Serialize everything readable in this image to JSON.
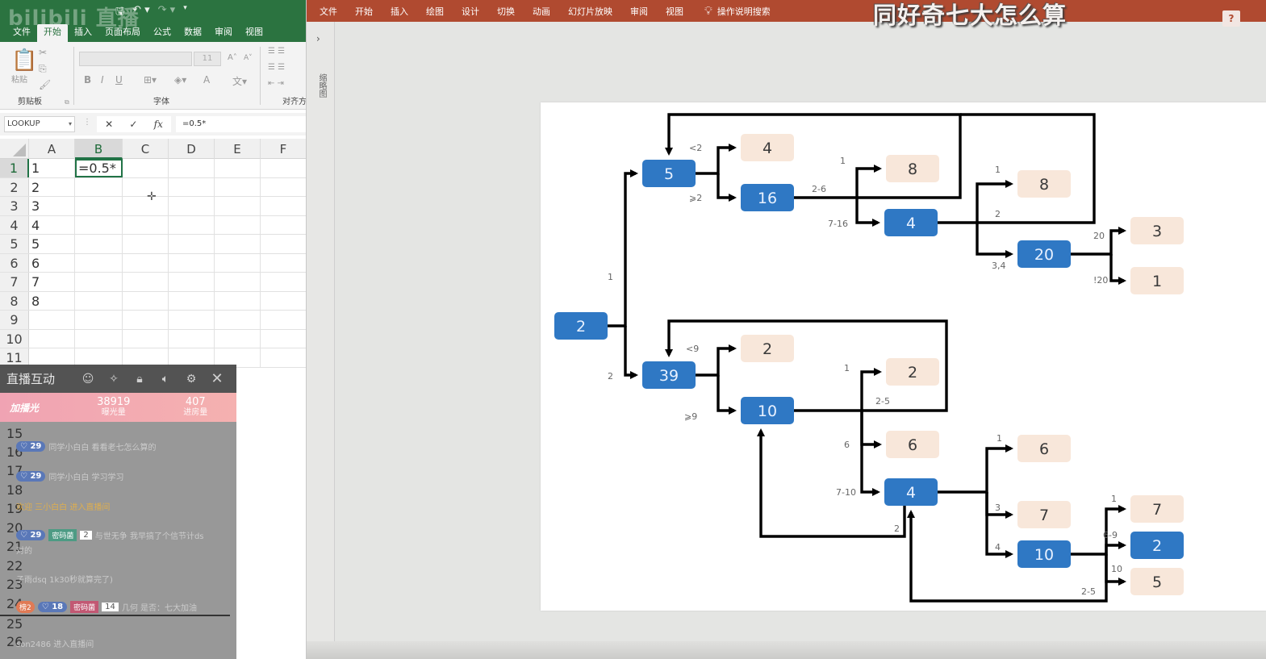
{
  "excel": {
    "watermark": "bilibili 直播",
    "quick_access": [
      "save-icon",
      "undo-icon",
      "redo-icon"
    ],
    "tabs": [
      "文件",
      "开始",
      "插入",
      "页面布局",
      "公式",
      "数据",
      "审阅",
      "视图"
    ],
    "active_tab": "开始",
    "ribbon": {
      "groups": [
        "剪贴板",
        "字体",
        "对齐方"
      ],
      "paste_label": "粘贴",
      "font_size": "11",
      "font_buttons": [
        "B",
        "I",
        "U",
        "A"
      ]
    },
    "name_box": "LOOKUP",
    "formula_buttons": [
      "✕",
      "✓",
      "fx"
    ],
    "formula_value": "=0.5*",
    "columns": [
      "A",
      "B",
      "C",
      "D",
      "E",
      "F"
    ],
    "selected_column": "B",
    "rows": [
      {
        "num": "1",
        "A": "1",
        "B": "=0.5*"
      },
      {
        "num": "2",
        "A": "2"
      },
      {
        "num": "3",
        "A": "3"
      },
      {
        "num": "4",
        "A": "4"
      },
      {
        "num": "5",
        "A": "5"
      },
      {
        "num": "6",
        "A": "6"
      },
      {
        "num": "7",
        "A": "7"
      },
      {
        "num": "8",
        "A": "8"
      },
      {
        "num": "9"
      },
      {
        "num": "10"
      },
      {
        "num": "11"
      }
    ],
    "overlay_row_numbers": [
      "15",
      "16",
      "17",
      "18",
      "19",
      "20",
      "21",
      "22",
      "23",
      "24",
      "25",
      "26"
    ]
  },
  "live_panel": {
    "title": "直播互动",
    "icons": [
      "emoji-icon",
      "block-icon",
      "lock-icon",
      "mute-icon",
      "settings-icon",
      "close-icon"
    ],
    "boost_label": "加播光",
    "stats": [
      {
        "value": "38919",
        "label": "曝光量"
      },
      {
        "value": "407",
        "label": "进房量"
      }
    ],
    "messages": [
      {
        "fan_level": "29",
        "text": "同学小白白 看看老七怎么算的"
      },
      {
        "fan_level": "29",
        "text": "同学小白白 学习学习"
      },
      {
        "text": "欢迎 三小白白 进入直播间",
        "style": "gold"
      },
      {
        "fan_level": "29",
        "guild": "密码菌",
        "guild_level": "2",
        "text": "与世无争 我早搞了个信节计ds"
      },
      {
        "text": "对的"
      },
      {
        "text": "子雨dsq 1k30秒就算完了)"
      },
      {
        "rank": "榜2",
        "fan_level": "18",
        "guild": "密码菌",
        "guild_level": "14",
        "text": "几何 是否：七大加油"
      },
      {
        "text": "son2486 进入直播间"
      }
    ]
  },
  "ppt": {
    "tabs": [
      "文件",
      "开始",
      "插入",
      "绘图",
      "设计",
      "切换",
      "动画",
      "幻灯片放映",
      "审阅",
      "视图"
    ],
    "search_label": "操作说明搜索",
    "overlay_title": "同好奇七大怎么算",
    "help_label": "?",
    "thumbnail_pane_label": "缩略图",
    "diagram": {
      "colors": {
        "decision": "#2f78c4",
        "result": "#f8e7da"
      },
      "nodes": [
        {
          "id": "root",
          "label": "2",
          "kind": "decision"
        },
        {
          "id": "a5",
          "label": "5",
          "kind": "decision"
        },
        {
          "id": "a4",
          "label": "4",
          "kind": "result"
        },
        {
          "id": "a16",
          "label": "16",
          "kind": "decision"
        },
        {
          "id": "a8",
          "label": "8",
          "kind": "result"
        },
        {
          "id": "a4b",
          "label": "4",
          "kind": "decision"
        },
        {
          "id": "a8b",
          "label": "8",
          "kind": "result"
        },
        {
          "id": "a20",
          "label": "20",
          "kind": "decision"
        },
        {
          "id": "a3",
          "label": "3",
          "kind": "result"
        },
        {
          "id": "a1",
          "label": "1",
          "kind": "result"
        },
        {
          "id": "b39",
          "label": "39",
          "kind": "decision"
        },
        {
          "id": "b2",
          "label": "2",
          "kind": "result"
        },
        {
          "id": "b10",
          "label": "10",
          "kind": "decision"
        },
        {
          "id": "b2b",
          "label": "2",
          "kind": "result"
        },
        {
          "id": "b6",
          "label": "6",
          "kind": "result"
        },
        {
          "id": "b4",
          "label": "4",
          "kind": "decision"
        },
        {
          "id": "b6b",
          "label": "6",
          "kind": "result"
        },
        {
          "id": "b7",
          "label": "7",
          "kind": "result"
        },
        {
          "id": "b10b",
          "label": "10",
          "kind": "decision"
        },
        {
          "id": "b7b",
          "label": "7",
          "kind": "result"
        },
        {
          "id": "b2c",
          "label": "2",
          "kind": "decision"
        },
        {
          "id": "b5",
          "label": "5",
          "kind": "result"
        }
      ],
      "edge_labels": [
        {
          "id": "root-a5",
          "text": "1"
        },
        {
          "id": "root-b39",
          "text": "2"
        },
        {
          "id": "a5-a4",
          "text": "<2"
        },
        {
          "id": "a5-a16",
          "text": "⩾2"
        },
        {
          "id": "a16-loop",
          "text": "2-6"
        },
        {
          "id": "a16-a8",
          "text": "1"
        },
        {
          "id": "a16-a4b",
          "text": "7-16"
        },
        {
          "id": "a4b-a8b",
          "text": "1"
        },
        {
          "id": "a4b-loop",
          "text": "2"
        },
        {
          "id": "a4b-a20",
          "text": "3,4"
        },
        {
          "id": "a20-a3",
          "text": "20"
        },
        {
          "id": "a20-a1",
          "text": "!20"
        },
        {
          "id": "b39-b2",
          "text": "<9"
        },
        {
          "id": "b39-b10",
          "text": "⩾9"
        },
        {
          "id": "b10-b2b",
          "text": "1"
        },
        {
          "id": "b10-loop",
          "text": "2-5"
        },
        {
          "id": "b10-b6",
          "text": "6"
        },
        {
          "id": "b10-b4",
          "text": "7-10"
        },
        {
          "id": "b4-loop",
          "text": "2"
        },
        {
          "id": "b4-b6b",
          "text": "1"
        },
        {
          "id": "b4-b7",
          "text": "3"
        },
        {
          "id": "b4-b10b",
          "text": "4"
        },
        {
          "id": "b10b-b7b",
          "text": "1"
        },
        {
          "id": "b10b-b2c",
          "text": "6-9"
        },
        {
          "id": "b10b-b5",
          "text": "10"
        },
        {
          "id": "b10b-loop",
          "text": "2-5"
        }
      ]
    }
  }
}
